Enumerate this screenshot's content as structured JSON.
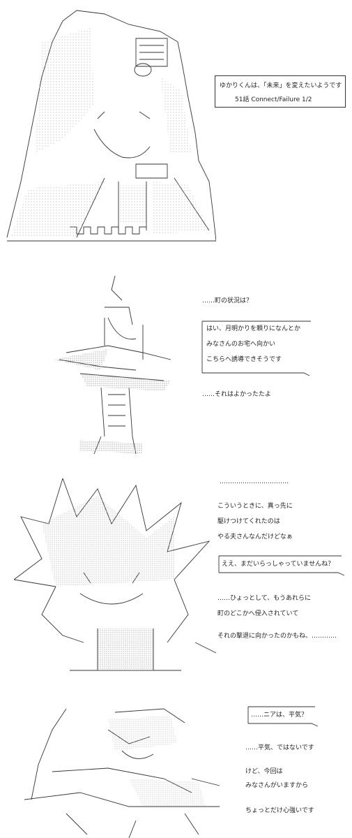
{
  "title": {
    "line1": "ゆかりくんは、「未来」を変えたいようです",
    "line2": "51話  Connect/Failure  1/2"
  },
  "panel2": {
    "q": "……町の状況は？",
    "bubble": [
      "はい、月明かりを頼りになんとか",
      "みなさんのお宅へ向かい",
      "こちらへ誘導できそうです"
    ],
    "reply": "……それはよかったたよ"
  },
  "panel3": {
    "dots": "……………………………",
    "lines": [
      "こういうときに、真っ先に",
      "駆けつけてくれたのは",
      "やる夫さんなんだけどなぁ"
    ],
    "bubble": "ええ、まだいらっしゃっていませんね？",
    "lines2": [
      "……ひょっとして、もうあれらに",
      "町のどこかへ侵入されていて"
    ],
    "line3": "それの撃退に向かったのかもね、…………"
  },
  "panel4": {
    "bubble": "……ニアは、平気？",
    "line1": "……平気、ではないです",
    "lines2": [
      "けど、今回は",
      "みなさんがいますから"
    ],
    "line3": "ちょっとだけ心強いです"
  },
  "colors": {
    "ink": "#222222",
    "shade": "#b8b8b8",
    "bg": "#ffffff"
  },
  "icons": [
    "hood-figure-art",
    "standing-figure-art",
    "spiky-hair-figure-art",
    "crouching-figure-art"
  ]
}
